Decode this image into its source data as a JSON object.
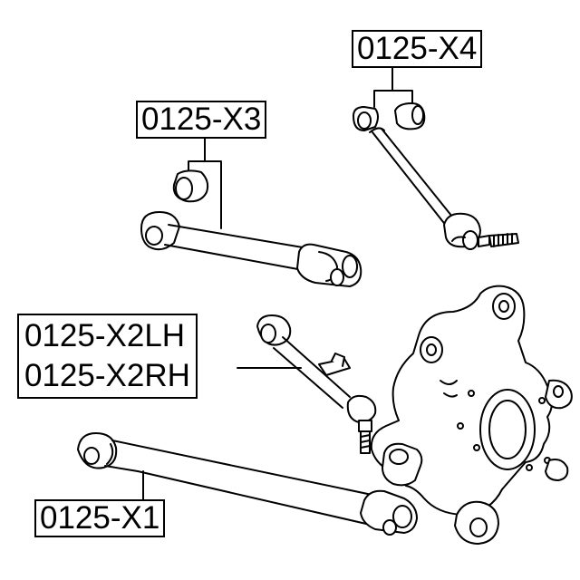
{
  "diagram": {
    "parts": [
      {
        "id": "x4",
        "part_number": "0125-X4",
        "icon": "upper-control-arm-with-ball-joint-drawing"
      },
      {
        "id": "x3",
        "part_number": "0125-X3",
        "icon": "rear-lateral-link-with-bushing-drawing"
      },
      {
        "id": "x2",
        "part_numbers": [
          "0125-X2LH",
          "0125-X2RH"
        ],
        "icon": "toe-adjust-link-with-ball-joint-drawing"
      },
      {
        "id": "x1",
        "part_number": "0125-X1",
        "icon": "lower-control-arm-drawing"
      }
    ],
    "knuckle_icon": "rear-steering-knuckle-drawing",
    "line_color": "#000000",
    "background": "#ffffff"
  }
}
